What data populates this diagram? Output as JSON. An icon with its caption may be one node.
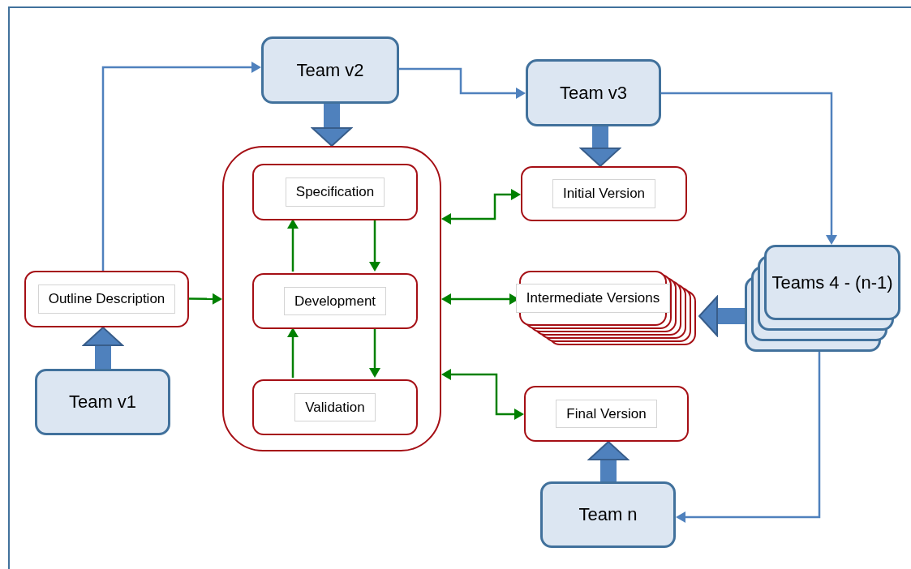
{
  "diagram": {
    "nodes": [
      {
        "text": [
          "Team v2"
        ]
      },
      {
        "text": [
          "Team v3"
        ]
      },
      {
        "text": [
          "Outline Description"
        ]
      },
      {
        "text": [
          "Team v1"
        ]
      },
      {
        "text": [],
        "shape": "box"
      },
      {
        "text": [
          "Specification"
        ],
        "in": 4
      },
      {
        "text": [
          "Development"
        ],
        "in": 4
      },
      {
        "text": [
          "Validation"
        ],
        "in": 4
      },
      {
        "text": [
          "Initial Version"
        ]
      },
      {
        "text": [
          "Intermediate Versions"
        ]
      },
      {
        "text": [
          "Teams 4 - (n-1)"
        ]
      },
      {
        "text": [
          "Final Version"
        ]
      },
      {
        "text": [
          "Team n"
        ]
      }
    ],
    "edges": [
      {
        "from": 2,
        "to": 0,
        "arrow": "to"
      },
      {
        "from": 0,
        "to": 1,
        "arrow": "to"
      },
      {
        "from": 1,
        "to": 10,
        "arrow": "to"
      },
      {
        "from": 10,
        "to": 12,
        "arrow": "to"
      },
      {
        "from": 0,
        "to": 4,
        "arrow": "to",
        "style": "thick"
      },
      {
        "from": 1,
        "to": 8,
        "arrow": "to",
        "style": "thick"
      },
      {
        "from": 3,
        "to": 2,
        "arrow": "to",
        "style": "thick"
      },
      {
        "from": 10,
        "to": 9,
        "arrow": "to",
        "style": "thick"
      },
      {
        "from": 12,
        "to": 11,
        "arrow": "to",
        "style": "thick"
      },
      {
        "from": 2,
        "to": 4,
        "arrow": "to",
        "color": "#008000"
      },
      {
        "from": 5,
        "to": 6,
        "arrow": "to",
        "color": "#008000"
      },
      {
        "from": 6,
        "to": 5,
        "arrow": "to",
        "color": "#008000"
      },
      {
        "from": 6,
        "to": 7,
        "arrow": "to",
        "color": "#008000"
      },
      {
        "from": 7,
        "to": 6,
        "arrow": "to",
        "color": "#008000"
      },
      {
        "from": 4,
        "to": 8,
        "arrow": "both",
        "color": "#008000"
      },
      {
        "from": 4,
        "to": 9,
        "arrow": "both",
        "color": "#008000"
      },
      {
        "from": 4,
        "to": 11,
        "arrow": "both",
        "color": "#008000"
      }
    ]
  }
}
